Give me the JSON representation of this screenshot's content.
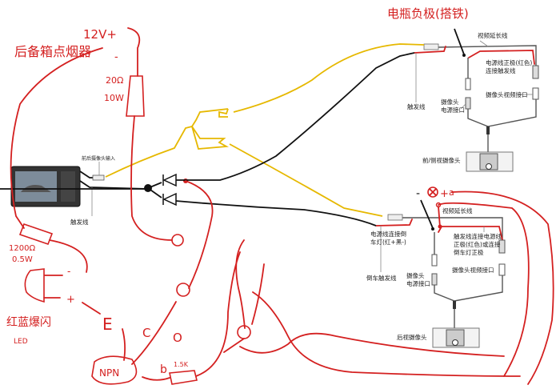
{
  "colors": {
    "hand_wire": "#d42020",
    "video_wire": "#e6b800",
    "signal_wire": "#111111",
    "camera_wire": "#555555"
  },
  "annotations": {
    "battery_negative": "电瓶负极(搭铁)",
    "power_12v": "12V+",
    "trunk_cigarette_lighter": "后备箱点烟器",
    "minus_sign": "-",
    "resistor_20_value": "20Ω",
    "resistor_20_power": "10W",
    "resistor_1200_value": "1200Ω",
    "resistor_1200_power": "0.5W",
    "led_minus": "-",
    "led_plus": "+",
    "led_name": "红蓝爆闪",
    "led_label": "LED",
    "emitter": "E",
    "collector": "C",
    "o_label": "O",
    "transistor": "NPN",
    "base": "b",
    "resistor_base": "1.5K",
    "rear_minus": "-",
    "rear_plus": "+",
    "rear_a": "a"
  },
  "monitor": {
    "input_label": "前后摄像头输入",
    "trigger_label": "触发线"
  },
  "front_camera": {
    "extension": "视频延长线",
    "power_note": [
      "电源线正极(红色)",
      "连接触发线"
    ],
    "power_port": [
      "摄像头",
      "电源接口"
    ],
    "video_port": "摄像头视频接口",
    "trigger": "触发线",
    "name": "前/侧视摄像头"
  },
  "rear_camera": {
    "extension": "视频延长线",
    "power_note": [
      "电源线连接倒",
      "车灯(红+黑-)"
    ],
    "trigger_note": [
      "触发线连接电源线",
      "正极(红色)或连接",
      "倒车灯正极"
    ],
    "power_port": [
      "摄像头",
      "电源接口"
    ],
    "video_port": "摄像头视频接口",
    "trigger": "倒车触发线",
    "name": "后视摄像头"
  }
}
